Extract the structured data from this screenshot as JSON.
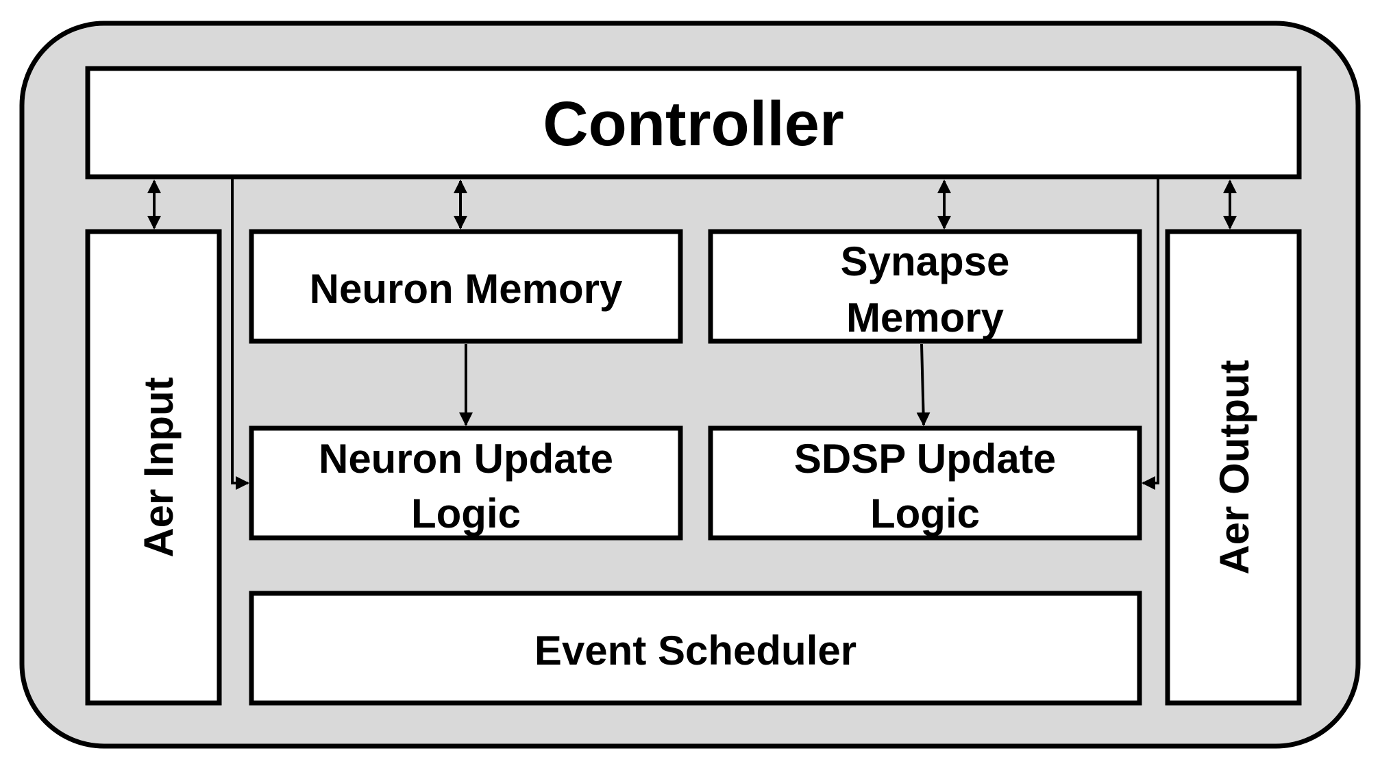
{
  "colors": {
    "background": "#ffffff",
    "container_fill": "#d9d9d9",
    "block_fill": "#ffffff",
    "stroke": "#000000"
  },
  "blocks": {
    "controller": "Controller",
    "aer_input": "Aer Input",
    "aer_output": "Aer Output",
    "neuron_memory": "Neuron Memory",
    "synapse_memory": [
      "Synapse",
      "Memory"
    ],
    "neuron_update_logic": [
      "Neuron Update",
      "Logic"
    ],
    "sdsp_update_logic": [
      "SDSP Update",
      "Logic"
    ],
    "event_scheduler": "Event Scheduler"
  }
}
